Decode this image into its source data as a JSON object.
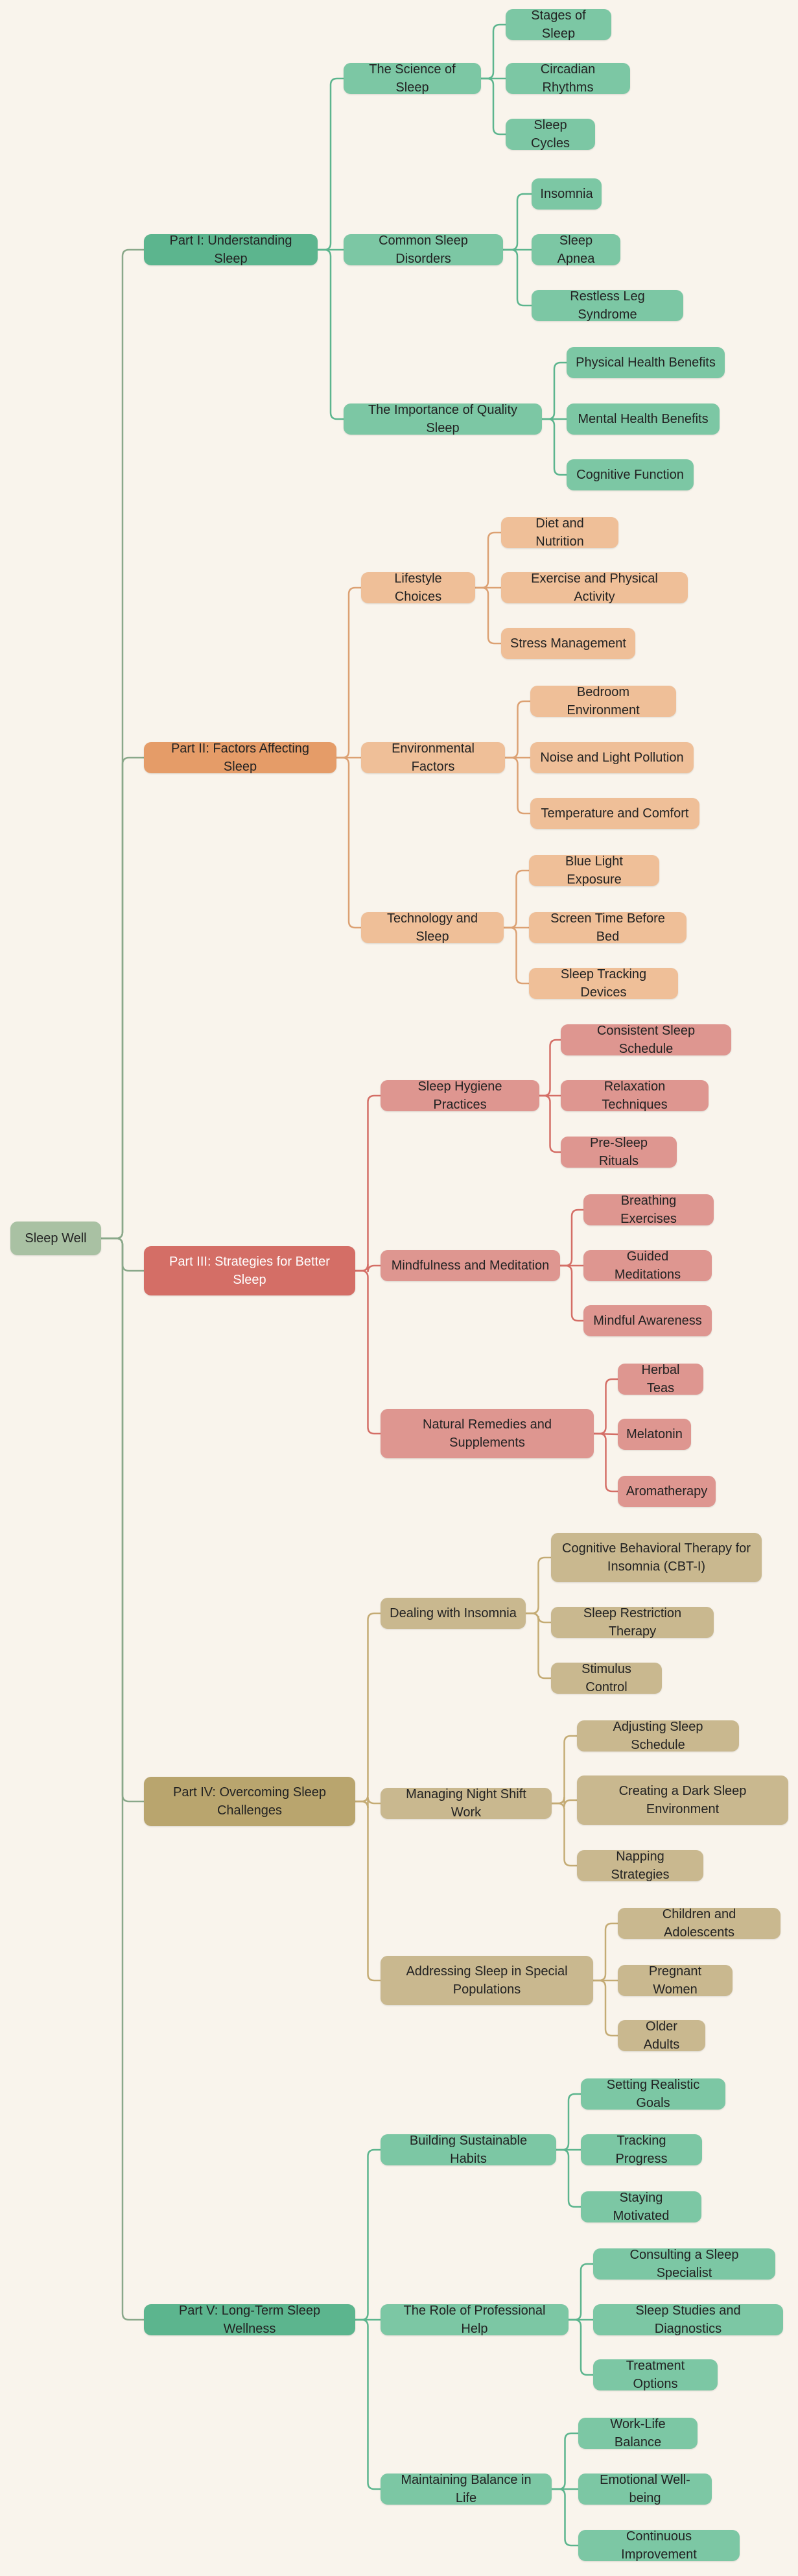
{
  "root": "Sleep Well",
  "colors": {
    "root": "#a9c1a3",
    "green_part": "#5cb58e",
    "green_child": "#7cc7a4",
    "green_line": "#5cb58e",
    "orange_part": "#e59c68",
    "orange_child": "#efbf98",
    "orange_line": "#dca173",
    "red_part": "#d46e66",
    "red_child": "#de9690",
    "red_line": "#d46e66",
    "tan_part": "#b9a56e",
    "tan_child": "#c9b88f",
    "tan_line": "#c4ab74"
  },
  "parts": [
    {
      "label": "Part I: Understanding Sleep",
      "color": "green",
      "sections": [
        {
          "label": "The Science of Sleep",
          "items": [
            "Stages of Sleep",
            "Circadian Rhythms",
            "Sleep Cycles"
          ]
        },
        {
          "label": "Common Sleep Disorders",
          "items": [
            "Insomnia",
            "Sleep Apnea",
            "Restless Leg Syndrome"
          ]
        },
        {
          "label": "The Importance of Quality Sleep",
          "items": [
            "Physical Health Benefits",
            "Mental Health Benefits",
            "Cognitive Function"
          ]
        }
      ]
    },
    {
      "label": "Part II: Factors Affecting Sleep",
      "color": "orange",
      "sections": [
        {
          "label": "Lifestyle Choices",
          "items": [
            "Diet and Nutrition",
            "Exercise and Physical Activity",
            "Stress Management"
          ]
        },
        {
          "label": "Environmental Factors",
          "items": [
            "Bedroom Environment",
            "Noise and Light Pollution",
            "Temperature and Comfort"
          ]
        },
        {
          "label": "Technology and Sleep",
          "items": [
            "Blue Light Exposure",
            "Screen Time Before Bed",
            "Sleep Tracking Devices"
          ]
        }
      ]
    },
    {
      "label": "Part III: Strategies for Better Sleep",
      "color": "red",
      "sections": [
        {
          "label": "Sleep Hygiene Practices",
          "items": [
            "Consistent Sleep Schedule",
            "Relaxation Techniques",
            "Pre-Sleep Rituals"
          ]
        },
        {
          "label": "Mindfulness and Meditation",
          "items": [
            "Breathing Exercises",
            "Guided Meditations",
            "Mindful Awareness"
          ]
        },
        {
          "label": "Natural Remedies and Supplements",
          "items": [
            "Herbal Teas",
            "Melatonin",
            "Aromatherapy"
          ]
        }
      ]
    },
    {
      "label": "Part IV: Overcoming Sleep Challenges",
      "color": "tan",
      "sections": [
        {
          "label": "Dealing with Insomnia",
          "items": [
            "Cognitive Behavioral Therapy for Insomnia (CBT-I)",
            "Sleep Restriction Therapy",
            "Stimulus Control"
          ]
        },
        {
          "label": "Managing Night Shift Work",
          "items": [
            "Adjusting Sleep Schedule",
            "Creating a Dark Sleep Environment",
            "Napping Strategies"
          ]
        },
        {
          "label": "Addressing Sleep in Special Populations",
          "items": [
            "Children and Adolescents",
            "Pregnant Women",
            "Older Adults"
          ]
        }
      ]
    },
    {
      "label": "Part V: Long-Term Sleep Wellness",
      "color": "green",
      "sections": [
        {
          "label": "Building Sustainable Habits",
          "items": [
            "Setting Realistic Goals",
            "Tracking Progress",
            "Staying Motivated"
          ]
        },
        {
          "label": "The Role of Professional Help",
          "items": [
            "Consulting a Sleep Specialist",
            "Sleep Studies and Diagnostics",
            "Treatment Options"
          ]
        },
        {
          "label": "Maintaining Balance in Life",
          "items": [
            "Work-Life Balance",
            "Emotional Well-being",
            "Continuous Improvement"
          ]
        }
      ]
    }
  ]
}
